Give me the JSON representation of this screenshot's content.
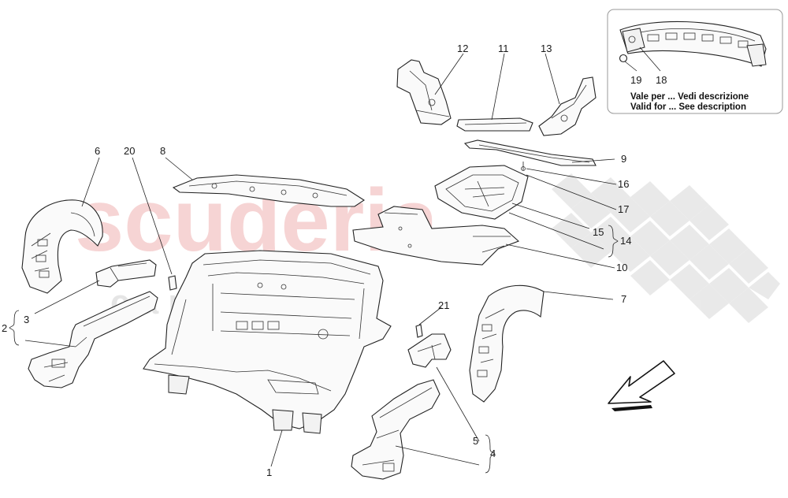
{
  "watermark": {
    "brand": "scuderia",
    "sub": "c a r p a r t s",
    "brand_color": "#f3c6c6",
    "flag_color": "#e6e6e6"
  },
  "inset": {
    "part_numbers": [
      "19",
      "18"
    ],
    "note_it": "Vale per ... Vedi descrizione",
    "note_en": "Valid for ... See description"
  },
  "callouts": {
    "n1": "1",
    "n2": "2",
    "n3": "3",
    "n4": "4",
    "n5": "5",
    "n6": "6",
    "n7": "7",
    "n8": "8",
    "n9": "9",
    "n10": "10",
    "n11": "11",
    "n12": "12",
    "n13": "13",
    "n14": "14",
    "n15": "15",
    "n16": "16",
    "n17": "17",
    "n20": "20",
    "n21": "21"
  },
  "direction_arrow": "front-direction-arrow-icon"
}
